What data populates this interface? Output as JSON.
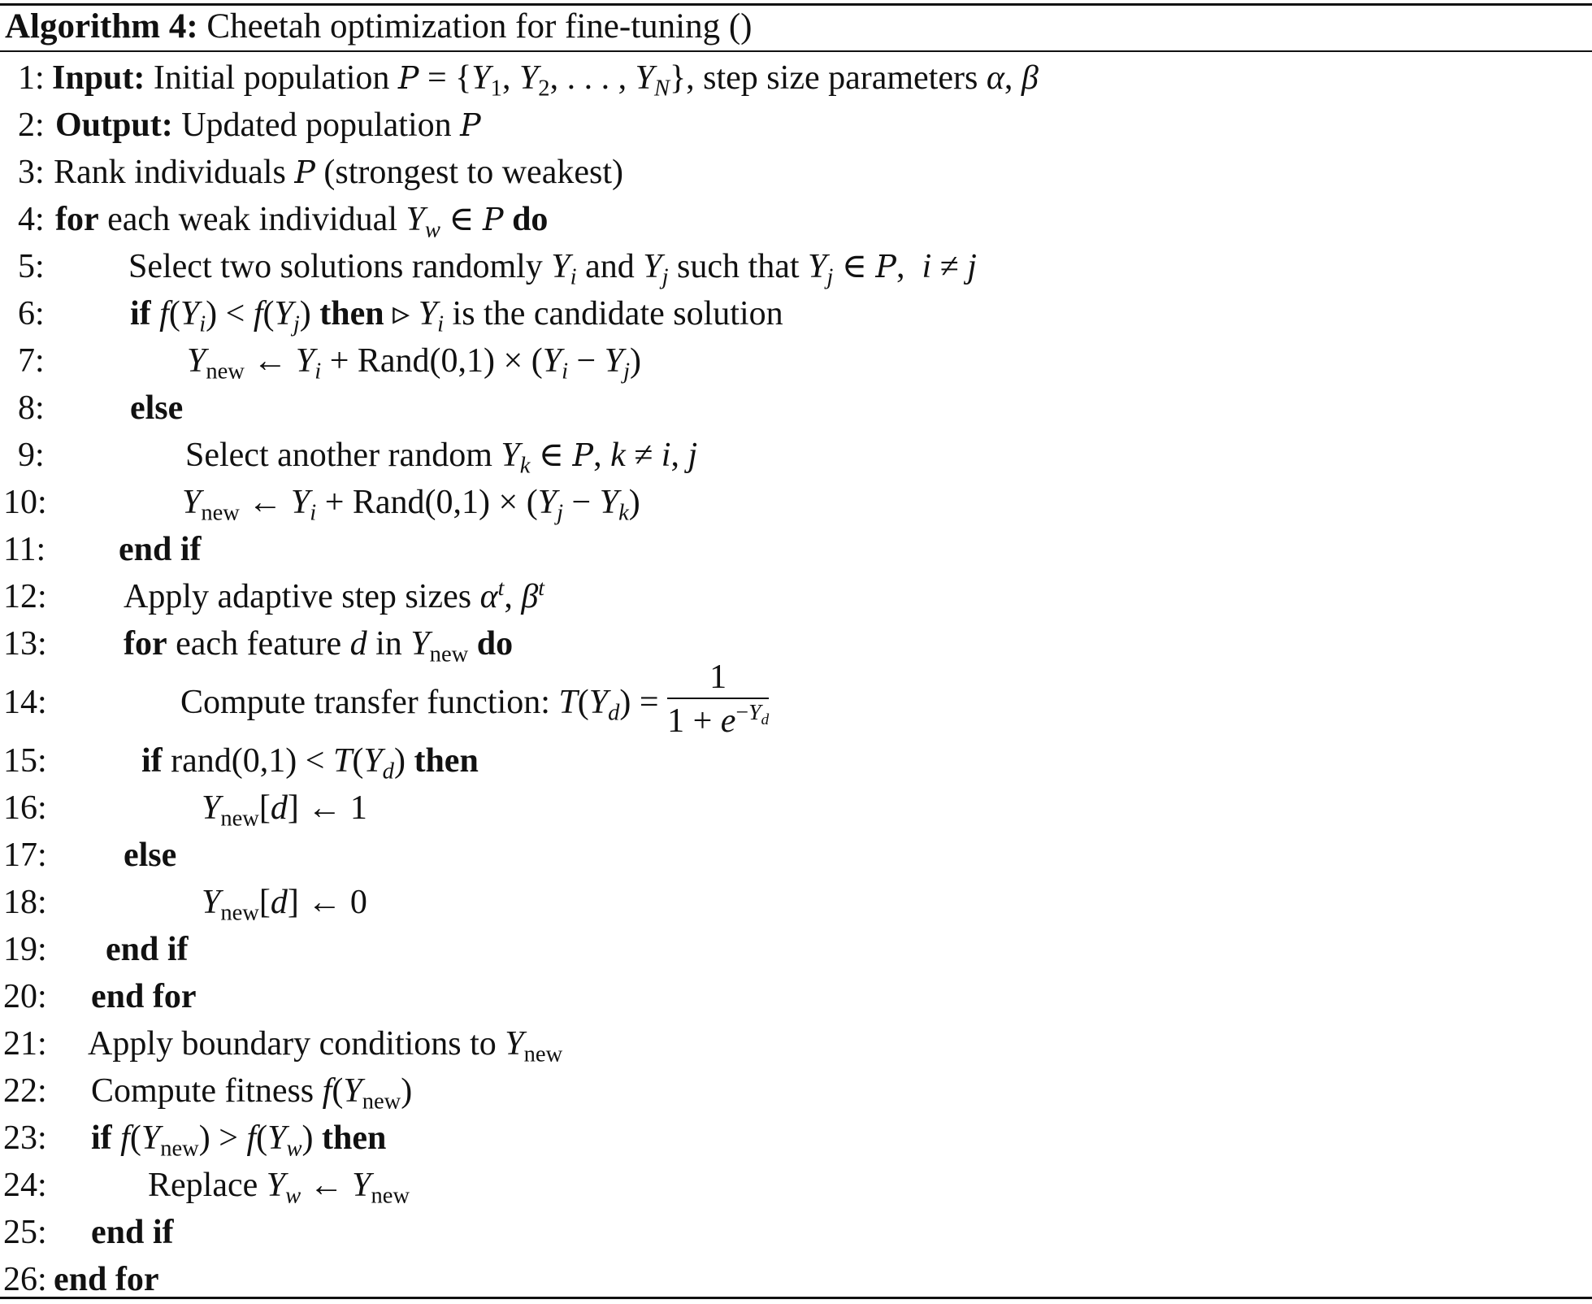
{
  "caption": {
    "label": "Algorithm 4:",
    "title": "Cheetah optimization for fine-tuning ()"
  },
  "lines": [
    {
      "n": "1:",
      "kw": "Input:",
      "t1": "Initial population",
      "t2": "= {",
      "t3": "}, step size parameters"
    },
    {
      "n": "2:",
      "kw": "Output:",
      "t1": "Updated population"
    },
    {
      "n": "3:",
      "t1": "Rank individuals",
      "t2": "(strongest to weakest)"
    },
    {
      "n": "4:",
      "kw": "for",
      "t1": "each weak individual",
      "kw2": "do"
    },
    {
      "n": "5:",
      "t1": "Select two solutions randomly",
      "t2": "and",
      "t3": "such that"
    },
    {
      "n": "6:",
      "kw": "if",
      "kw2": "then",
      "t1": "is the candidate solution"
    },
    {
      "n": "7:",
      "t1": "Rand(0,1)"
    },
    {
      "n": "8:",
      "kw": "else"
    },
    {
      "n": "9:",
      "t1": "Select another random"
    },
    {
      "n": "10:",
      "t1": "Rand(0,1)"
    },
    {
      "n": "11:",
      "kw": "end if"
    },
    {
      "n": "12:",
      "t1": "Apply adaptive step sizes"
    },
    {
      "n": "13:",
      "kw": "for",
      "t1": "each feature",
      "t2": "in",
      "kw2": "do"
    },
    {
      "n": "14:",
      "t1": "Compute transfer function:"
    },
    {
      "n": "15:",
      "kw": "if",
      "t1": "rand(0,1)",
      "kw2": "then"
    },
    {
      "n": "16:",
      "t1": "1"
    },
    {
      "n": "17:",
      "kw": "else"
    },
    {
      "n": "18:",
      "t1": "0"
    },
    {
      "n": "19:",
      "kw": "end if"
    },
    {
      "n": "20:",
      "kw": "end for"
    },
    {
      "n": "21:",
      "t1": "Apply boundary conditions to"
    },
    {
      "n": "22:",
      "t1": "Compute fitness"
    },
    {
      "n": "23:",
      "kw": "if",
      "kw2": "then"
    },
    {
      "n": "24:",
      "t1": "Replace"
    },
    {
      "n": "25:",
      "kw": "end if"
    },
    {
      "n": "26:",
      "kw": "end for"
    }
  ]
}
